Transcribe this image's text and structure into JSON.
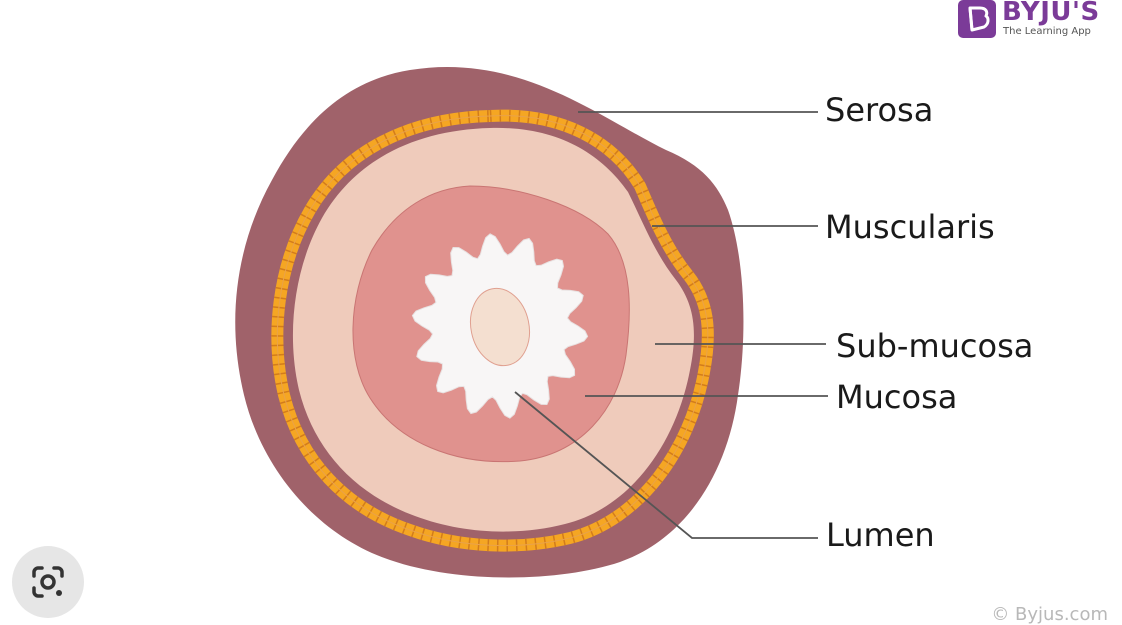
{
  "logo": {
    "name": "BYJU'S",
    "tagline": "The Learning App",
    "icon": "byjus-logo-icon"
  },
  "diagram": {
    "labels": {
      "serosa": "Serosa",
      "muscularis": "Muscularis",
      "submucosa": "Sub-mucosa",
      "mucosa": "Mucosa",
      "lumen": "Lumen"
    },
    "colors": {
      "serosa": "#a0626a",
      "muscularis_fill": "#f5a623",
      "muscularis_outline": "#d27c1c",
      "submucosa": "#efcbbb",
      "mucosa": "#e0928e",
      "lumen": "#f8f6f6",
      "lumen_core": "#f4dfd0",
      "leader_line": "#555555"
    }
  },
  "lens_button": {
    "icon": "camera-search-icon"
  },
  "credit": "© Byjus.com"
}
